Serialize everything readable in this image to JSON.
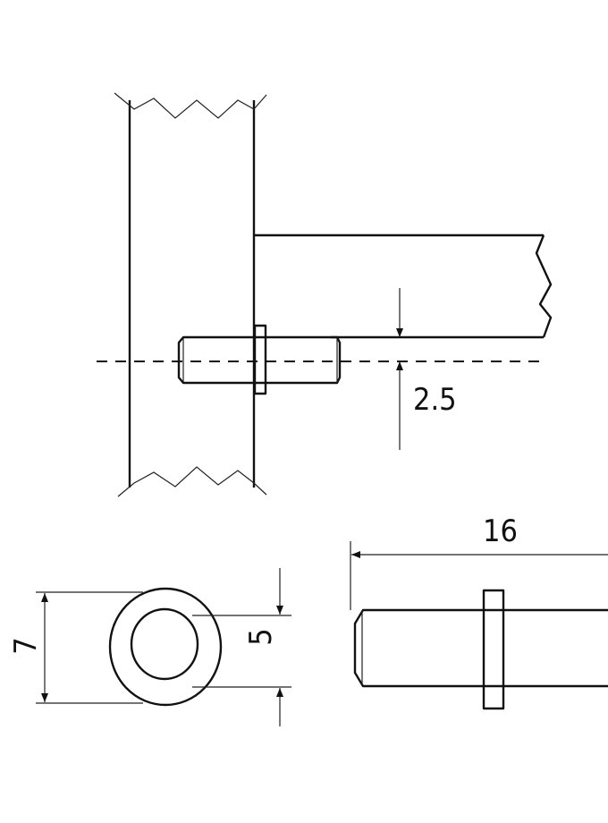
{
  "diagram": {
    "dimensions": {
      "offset": "2.5",
      "outer_diameter": "7",
      "inner_diameter": "5",
      "length": "16"
    },
    "colors": {
      "line": "#111111",
      "background": "#ffffff"
    }
  }
}
